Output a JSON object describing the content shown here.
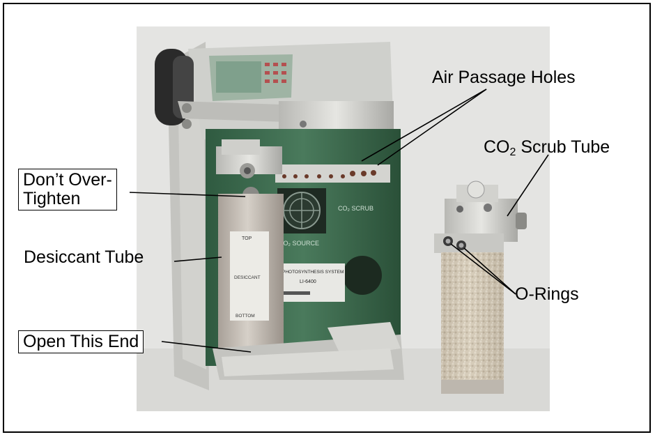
{
  "labels": {
    "air_passage_holes": "Air Passage Holes",
    "co2_scrub_tube_prefix": "CO",
    "co2_scrub_tube_sub": "2",
    "co2_scrub_tube_suffix": " Scrub Tube",
    "dont_over_tighten_line1": "Don’t Over-",
    "dont_over_tighten_line2": "Tighten",
    "desiccant_tube": "Desiccant Tube",
    "o_rings": "O-Rings",
    "open_this_end": "Open This End"
  },
  "device_text": {
    "desiccant_label_top": "TOP",
    "desiccant_label_body": "DESICCANT",
    "desiccant_label_bottom": "BOTTOM",
    "co2_scrub_label": "CO₂ SCRUB",
    "co2_source_label": "CO₂ SOURCE",
    "nameplate_title": "PHOTOSYNTHESIS SYSTEM",
    "nameplate_model": "LI-6400"
  },
  "colors": {
    "housing_green": "#3d6b4f",
    "metal_light": "#d8d8d4",
    "desiccant_tube": "#c8c0b8",
    "scrub_granules": "#d8ccb4",
    "background_gray": "#e4e4e2"
  }
}
